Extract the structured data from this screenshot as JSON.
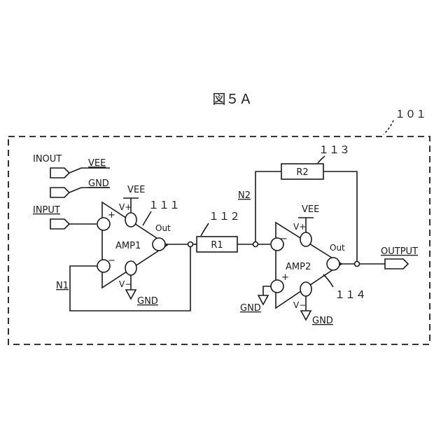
{
  "figure_title": "図５Ａ",
  "block_ref": "１０１",
  "ports": {
    "inout": "INOUT",
    "vee": "VEE",
    "gnd": "GND",
    "input": "INPUT",
    "output": "OUTPUT"
  },
  "amp1": {
    "name": "AMP1",
    "ref": "１１１",
    "plus": "+",
    "minus": "−",
    "vplus": "V+",
    "vminus": "V−",
    "out": "Out",
    "vee": "VEE",
    "gnd": "GND"
  },
  "amp2": {
    "name": "AMP2",
    "ref": "１１４",
    "plus": "+",
    "minus": "−",
    "vplus": "V+",
    "vminus": "V−",
    "out": "Out",
    "vee": "VEE",
    "gnd_plus": "GND",
    "gnd_vminus": "GND"
  },
  "r1": {
    "name": "R1",
    "ref": "１１２"
  },
  "r2": {
    "name": "R2",
    "ref": "１１３"
  },
  "nodes": {
    "n1": "N1",
    "n2": "N2"
  }
}
